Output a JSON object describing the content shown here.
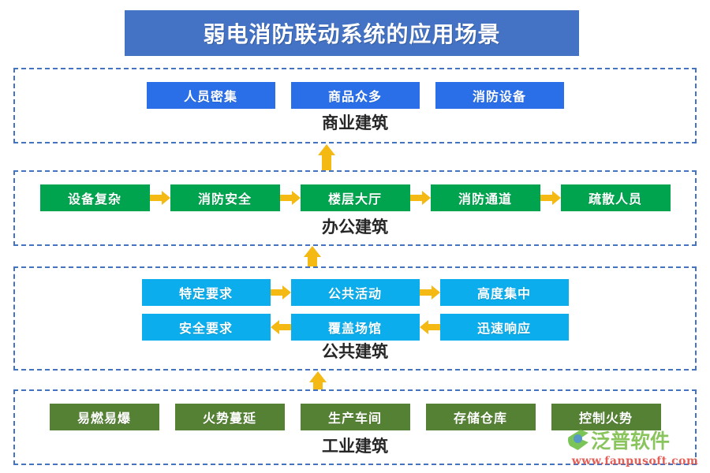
{
  "title": {
    "text": "弱电消防联动系统的应用场景",
    "background": "#4472C4",
    "color": "#ffffff"
  },
  "sections": [
    {
      "id": "commercial",
      "label": "商业建筑",
      "box_color": "#2B6FE8",
      "rows": [
        {
          "nodes": [
            "人员密集",
            "商品众多",
            "消防设备"
          ],
          "arrows": "none"
        }
      ]
    },
    {
      "id": "office",
      "label": "办公建筑",
      "box_color": "#00A44F",
      "rows": [
        {
          "nodes": [
            "设备复杂",
            "消防安全",
            "楼层大厅",
            "消防通道",
            "疏散人员"
          ],
          "arrows": "right"
        }
      ]
    },
    {
      "id": "public",
      "label": "公共建筑",
      "box_color": "#0BADEC",
      "rows": [
        {
          "nodes": [
            "特定要求",
            "公共活动",
            "高度集中"
          ],
          "arrows": "right"
        },
        {
          "nodes": [
            "安全要求",
            "覆盖场馆",
            "迅速响应"
          ],
          "arrows": "left"
        }
      ]
    },
    {
      "id": "industrial",
      "label": "工业建筑",
      "box_color": "#558135",
      "rows": [
        {
          "nodes": [
            "易燃易爆",
            "火势蔓延",
            "生产车间",
            "存储仓库",
            "控制火势"
          ],
          "arrows": "none"
        }
      ]
    }
  ],
  "connectors": {
    "color": "#F5B914",
    "direction": "up",
    "count": 3
  },
  "watermark": {
    "brand": "泛普软件",
    "url": "www.fanpusoft.com",
    "brand_color": "#7FC04F",
    "url_color": "#E0534A"
  }
}
